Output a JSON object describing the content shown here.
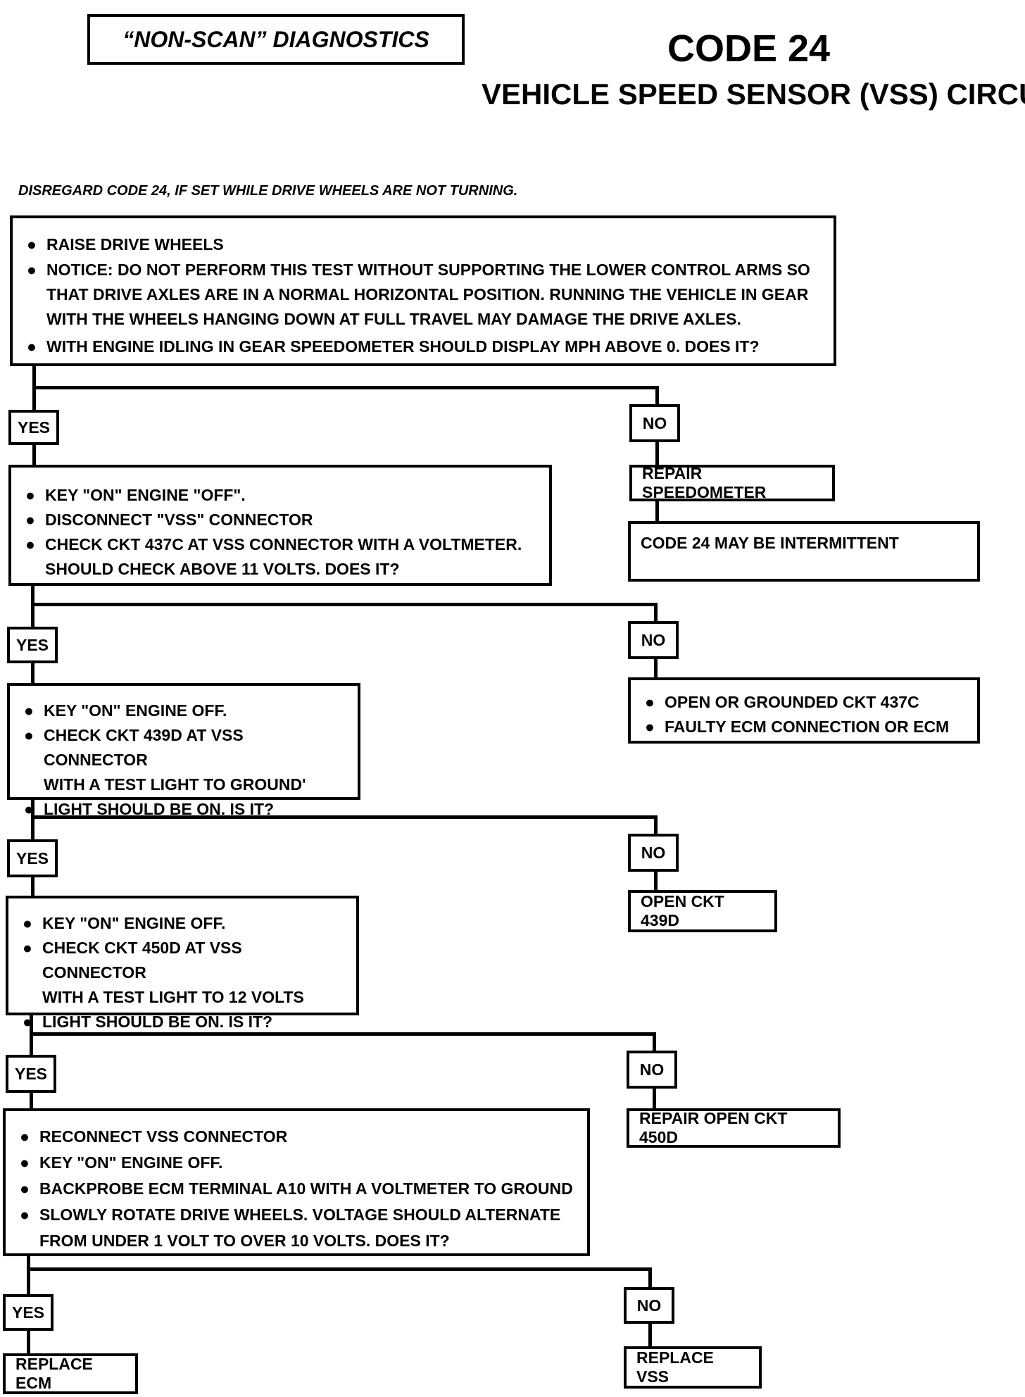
{
  "header": {
    "box_title": "“NON-SCAN” DIAGNOSTICS",
    "code_title": "CODE 24",
    "circuit_title": "VEHICLE SPEED SENSOR (VSS) CIRCUIT",
    "disregard_note": "DISREGARD CODE 24, IF SET WHILE DRIVE WHEELS ARE NOT TURNING."
  },
  "labels": {
    "yes": "YES",
    "no": "NO",
    "bullet": "●"
  },
  "step1": {
    "items": [
      {
        "lines": [
          "RAISE DRIVE WHEELS"
        ]
      },
      {
        "lines": [
          "NOTICE:  DO NOT PERFORM THIS TEST WITHOUT SUPPORTING THE LOWER CONTROL ARMS SO",
          "THAT DRIVE AXLES ARE IN A NORMAL HORIZONTAL  POSITION.  RUNNING THE VEHICLE IN GEAR",
          "WITH THE WHEELS HANGING DOWN AT FULL TRAVEL MAY DAMAGE THE DRIVE AXLES."
        ]
      },
      {
        "lines": [
          "WITH ENGINE IDLING IN GEAR SPEEDOMETER SHOULD DISPLAY MPH ABOVE 0.  DOES IT?"
        ]
      }
    ],
    "no_result": "REPAIR SPEEDOMETER",
    "no_result2": "CODE 24 MAY BE INTERMITTENT"
  },
  "step2": {
    "items": [
      {
        "lines": [
          "KEY \"ON\" ENGINE \"OFF\"."
        ]
      },
      {
        "lines": [
          "DISCONNECT \"VSS\" CONNECTOR"
        ]
      },
      {
        "lines": [
          "CHECK CKT 437C AT VSS CONNECTOR WITH A VOLTMETER.",
          "SHOULD CHECK ABOVE 11 VOLTS.  DOES IT?"
        ]
      }
    ],
    "no_items": [
      "OPEN OR GROUNDED CKT 437C",
      "FAULTY ECM CONNECTION OR ECM"
    ]
  },
  "step3": {
    "items": [
      {
        "lines": [
          "KEY \"ON\" ENGINE OFF."
        ]
      },
      {
        "lines": [
          "CHECK CKT 439D AT VSS CONNECTOR",
          "WITH A TEST LIGHT TO GROUND'"
        ]
      },
      {
        "lines": [
          "LIGHT SHOULD BE ON.  IS IT?"
        ]
      }
    ],
    "no_result": "OPEN CKT 439D"
  },
  "step4": {
    "items": [
      {
        "lines": [
          "KEY \"ON\" ENGINE OFF."
        ]
      },
      {
        "lines": [
          "CHECK CKT 450D AT VSS CONNECTOR",
          "WITH A TEST LIGHT TO 12 VOLTS"
        ]
      },
      {
        "lines": [
          "LIGHT SHOULD BE ON.  IS IT?"
        ]
      }
    ],
    "no_result": "REPAIR OPEN CKT 450D"
  },
  "step5": {
    "items": [
      {
        "lines": [
          "RECONNECT VSS CONNECTOR"
        ]
      },
      {
        "lines": [
          "KEY \"ON\" ENGINE OFF."
        ]
      },
      {
        "lines": [
          "BACKPROBE ECM TERMINAL A10 WITH A VOLTMETER  TO GROUND"
        ]
      },
      {
        "lines": [
          "SLOWLY ROTATE DRIVE WHEELS.  VOLTAGE SHOULD  ALTERNATE",
          "FROM UNDER 1 VOLT TO OVER 10 VOLTS.  DOES IT?"
        ]
      }
    ],
    "yes_result": "REPLACE ECM",
    "no_result": "REPLACE VSS"
  }
}
